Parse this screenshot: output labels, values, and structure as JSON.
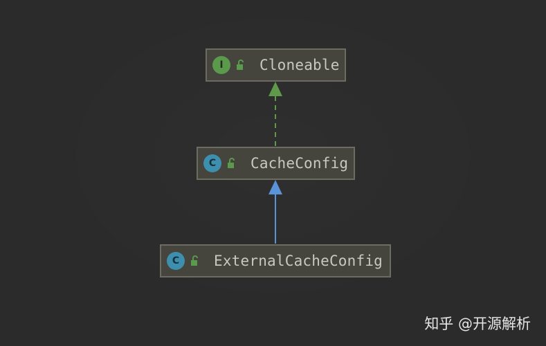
{
  "diagram": {
    "nodes": [
      {
        "id": "cloneable",
        "kind": "interface",
        "kind_letter": "I",
        "name": "Cloneable",
        "access_icon": "open-lock-icon"
      },
      {
        "id": "cacheconfig",
        "kind": "class",
        "kind_letter": "C",
        "name": "CacheConfig",
        "access_icon": "open-lock-icon"
      },
      {
        "id": "external",
        "kind": "class",
        "kind_letter": "C",
        "name": "ExternalCacheConfig",
        "access_icon": "open-lock-icon"
      }
    ],
    "edges": [
      {
        "from": "cacheconfig",
        "to": "cloneable",
        "relation": "implements",
        "style": "dashed",
        "color": "#5f9a4a"
      },
      {
        "from": "external",
        "to": "cacheconfig",
        "relation": "extends",
        "style": "solid",
        "color": "#5a93d8"
      }
    ]
  },
  "colors": {
    "background": "#2b2b2b",
    "node_fill": "#45443d",
    "node_border": "#6d6c62",
    "interface_icon": "#5b9a4c",
    "class_icon": "#3e8fae",
    "lock_icon": "#5b9a4c",
    "label_text": "#c9c9c0"
  },
  "watermark": {
    "text": "知乎 @开源解析"
  }
}
